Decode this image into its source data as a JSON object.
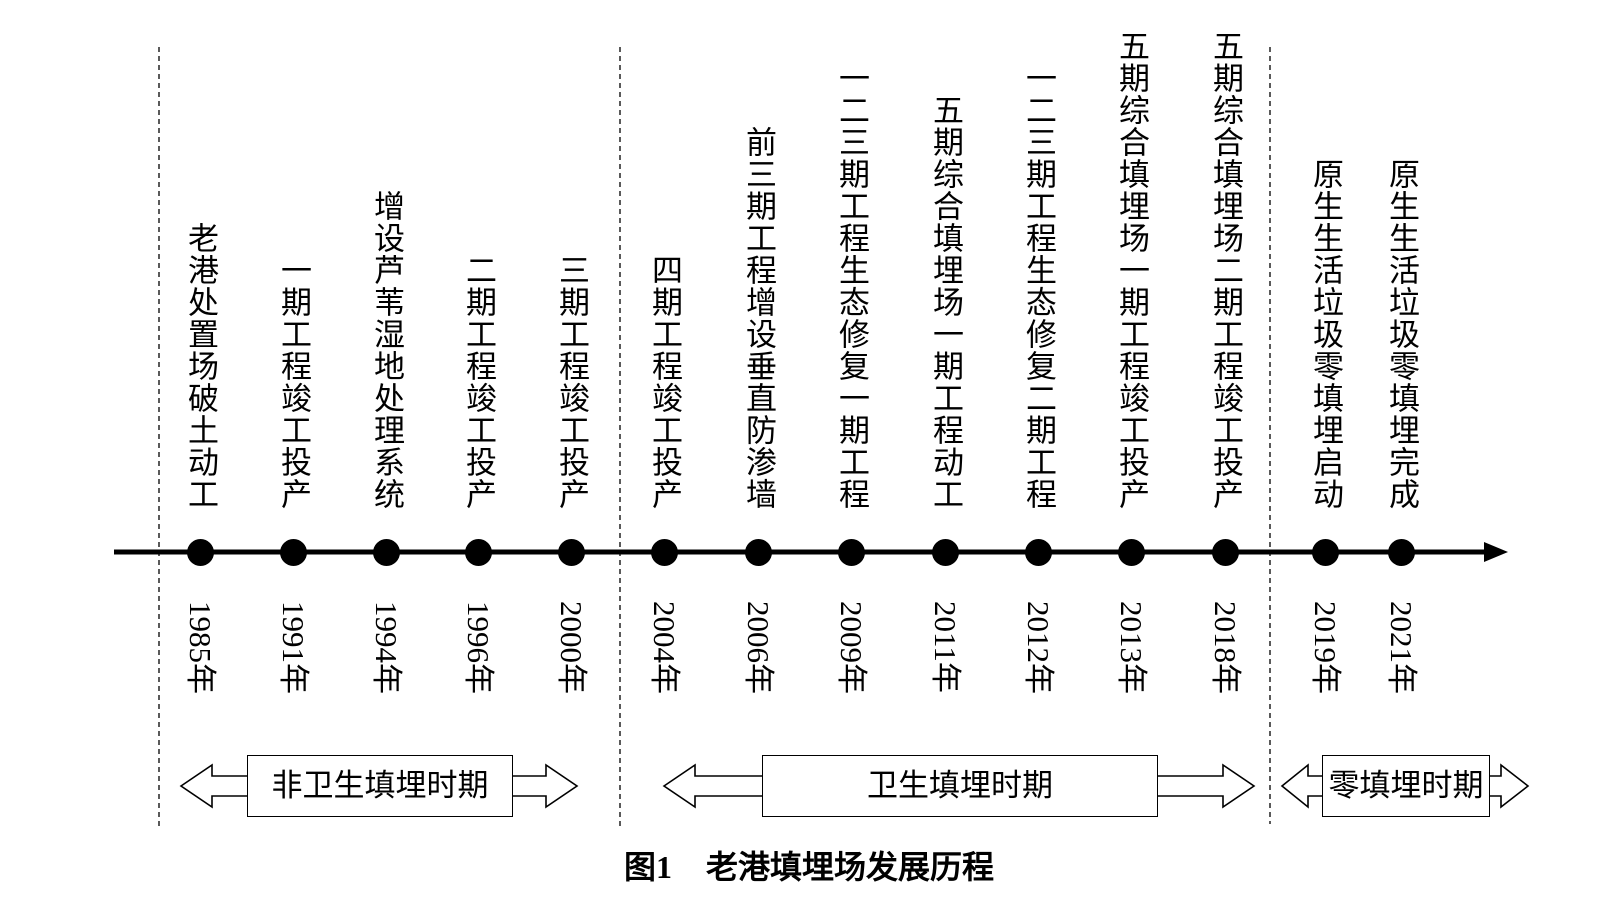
{
  "caption": {
    "figure_no": "图1",
    "title": "老港填埋场发展历程"
  },
  "timeline": {
    "events": [
      {
        "year": "1985年",
        "label": "老港处置场破土动工"
      },
      {
        "year": "1991年",
        "label": "一期工程竣工投产"
      },
      {
        "year": "1994年",
        "label": "增设芦苇湿地处理系统"
      },
      {
        "year": "1996年",
        "label": "二期工程竣工投产"
      },
      {
        "year": "2000年",
        "label": "三期工程竣工投产"
      },
      {
        "year": "2004年",
        "label": "四期工程竣工投产"
      },
      {
        "year": "2006年",
        "label": "前三期工程增设垂直防渗墙"
      },
      {
        "year": "2009年",
        "label": "一二三期工程生态修复一期工程"
      },
      {
        "year": "2011年",
        "label": "五期综合填埋场一期工程动工"
      },
      {
        "year": "2012年",
        "label": "一二三期工程生态修复二期工程"
      },
      {
        "year": "2013年",
        "label": "五期综合填埋场一期工程竣工投产"
      },
      {
        "year": "2018年",
        "label": "五期综合填埋场二期工程竣工投产"
      },
      {
        "year": "2019年",
        "label": "原生生活垃圾零填埋启动"
      },
      {
        "year": "2021年",
        "label": "原生生活垃圾零填埋完成"
      }
    ]
  },
  "periods": [
    {
      "label": "非卫生填埋时期"
    },
    {
      "label": "卫生填埋时期"
    },
    {
      "label": "零填埋时期"
    }
  ],
  "colors": {
    "ink": "#000000",
    "background": "#ffffff"
  }
}
